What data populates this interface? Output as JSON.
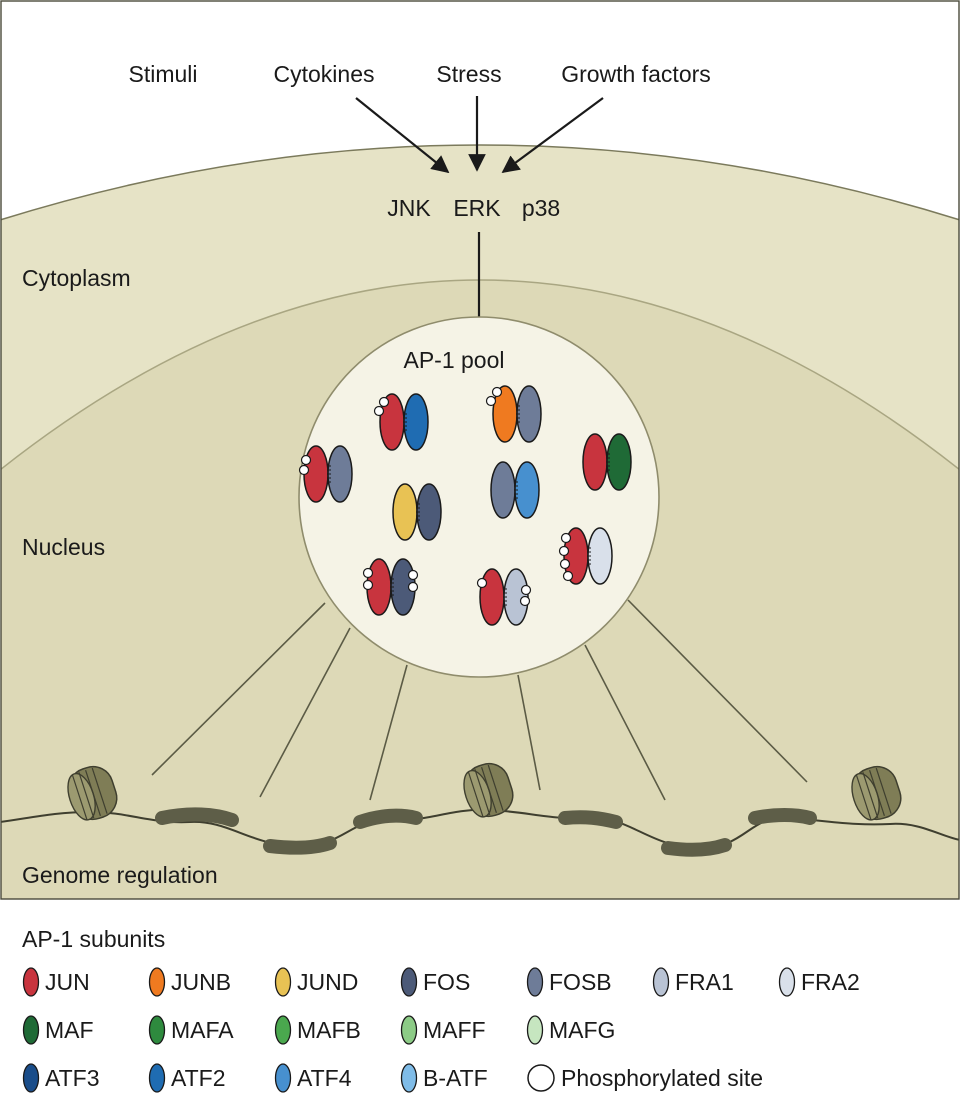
{
  "stimuli": {
    "stimuli_label": "Stimuli",
    "cytokines_label": "Cytokines",
    "stress_label": "Stress",
    "growth_factors_label": "Growth factors"
  },
  "kinases": {
    "jnk": "JNK",
    "erk": "ERK",
    "p38": "p38"
  },
  "compartments": {
    "cytoplasm": "Cytoplasm",
    "nucleus": "Nucleus",
    "genome_regulation": "Genome regulation"
  },
  "pool_label": "AP-1 pool",
  "colors": {
    "cytoplasm": "#e6e3c6",
    "nucleus": "#ddd9b7",
    "pool": "#f5f3e6",
    "chromatin": "#5e5e48",
    "nucleosome": "#8c8a62"
  },
  "legend": {
    "title": "AP-1 subunits",
    "rows": [
      [
        {
          "label": "JUN",
          "color": "#c8343e"
        },
        {
          "label": "JUNB",
          "color": "#ef7a20"
        },
        {
          "label": "JUND",
          "color": "#e8c254"
        },
        {
          "label": "FOS",
          "color": "#4c5a78"
        },
        {
          "label": "FOSB",
          "color": "#6e7c98"
        },
        {
          "label": "FRA1",
          "color": "#b9c3d4"
        },
        {
          "label": "FRA2",
          "color": "#d9e0ea"
        }
      ],
      [
        {
          "label": "MAF",
          "color": "#1f6a36"
        },
        {
          "label": "MAFA",
          "color": "#2e8a3e"
        },
        {
          "label": "MAFB",
          "color": "#4aa84e"
        },
        {
          "label": "MAFF",
          "color": "#8ccb86"
        },
        {
          "label": "MAFG",
          "color": "#c6e6c0"
        }
      ],
      [
        {
          "label": "ATF3",
          "color": "#1a4d8a"
        },
        {
          "label": "ATF2",
          "color": "#1f6cb2"
        },
        {
          "label": "ATF4",
          "color": "#4790cf"
        },
        {
          "label": "B-ATF",
          "color": "#7fbce8"
        },
        {
          "label": "Phosphorylated site",
          "color": "#ffffff",
          "type": "circle"
        }
      ]
    ]
  }
}
